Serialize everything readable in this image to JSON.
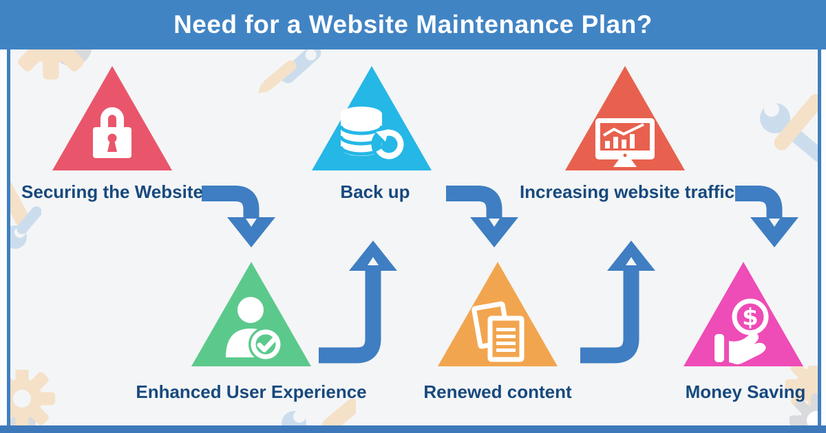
{
  "header": {
    "title": "Need for a Website Maintenance Plan?",
    "background": "#4184c4",
    "text_color": "#ffffff"
  },
  "footer": {
    "background": "#3d79ba"
  },
  "canvas": {
    "background": "#f4f5f6",
    "border_color": "#3f7fc0",
    "label_color": "#17497e"
  },
  "flow": {
    "arrow_color": "#3f7ec2",
    "connections": [
      {
        "from": "Securing the Website",
        "to": "Enhanced User Experience",
        "direction": "down"
      },
      {
        "from": "Back up",
        "to": "Renewed content",
        "direction": "down"
      },
      {
        "from": "Increasing website traffic",
        "to": "Money Saving",
        "direction": "down"
      },
      {
        "from": "Enhanced User Experience",
        "to": "Back up",
        "direction": "up"
      },
      {
        "from": "Renewed content",
        "to": "Increasing website traffic",
        "direction": "up"
      }
    ]
  },
  "nodes": [
    {
      "label": "Securing the Website",
      "color": "#e9566c",
      "icon": "lock-icon",
      "row": "top"
    },
    {
      "label": "Back up",
      "color": "#25b7e6",
      "icon": "database-refresh-icon",
      "row": "top"
    },
    {
      "label": "Increasing website traffic",
      "color": "#e8614e",
      "icon": "monitor-analytics-icon",
      "row": "top"
    },
    {
      "label": "Enhanced User Experience",
      "color": "#5cc98c",
      "icon": "user-check-icon",
      "row": "bottom"
    },
    {
      "label": "Renewed content",
      "color": "#f2a54f",
      "icon": "documents-icon",
      "row": "bottom"
    },
    {
      "label": "Money Saving",
      "color": "#ee4cb7",
      "icon": "hand-dollar-icon",
      "row": "bottom",
      "symbol": "$"
    }
  ],
  "decor": {
    "peach": "#f5e1c8",
    "blue": "#cbdded",
    "gray": "#d8dade"
  }
}
